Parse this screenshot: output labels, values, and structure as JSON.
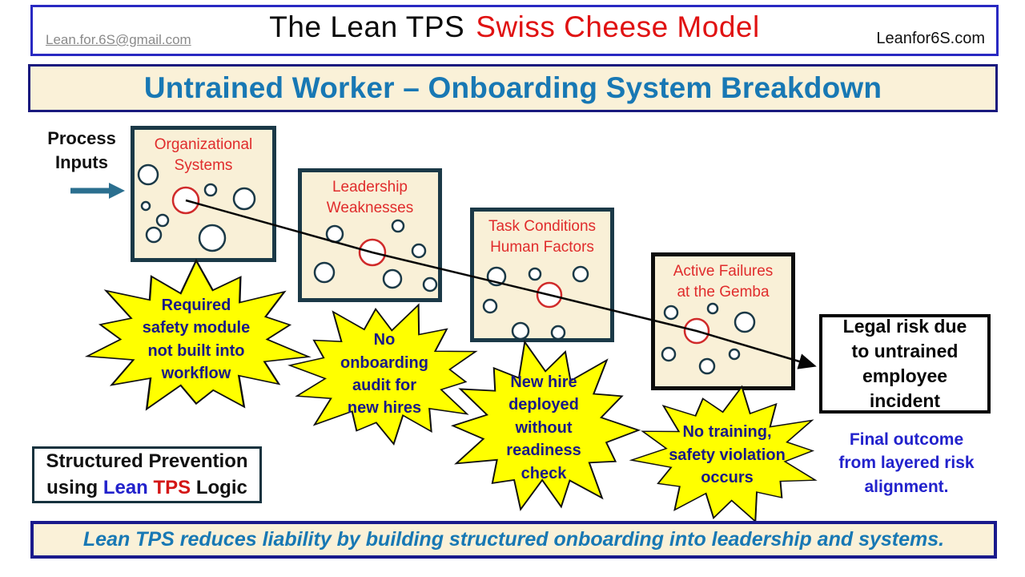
{
  "header": {
    "email": "Lean.for.6S@gmail.com",
    "title_black": "The Lean TPS",
    "title_red": "Swiss Cheese Model",
    "site": "Leanfor6S.com"
  },
  "title_bar": {
    "text": "Untrained Worker – Onboarding System Breakdown"
  },
  "process_inputs": {
    "label": "Process\nInputs"
  },
  "slices": [
    {
      "label": "Organizational\nSystems"
    },
    {
      "label": "Leadership\nWeaknesses"
    },
    {
      "label": "Task Conditions\nHuman Factors"
    },
    {
      "label": "Active Failures\nat the Gemba"
    }
  ],
  "bursts": [
    {
      "text": "Required\nsafety module\nnot built into\nworkflow"
    },
    {
      "text": "No\nonboarding\naudit for\nnew hires"
    },
    {
      "text": "New hire\ndeployed\nwithout\nreadiness\ncheck"
    },
    {
      "text": "No training,\nsafety violation\noccurs"
    }
  ],
  "legal_box": {
    "text": "Legal risk due\nto untrained\nemployee\nincident"
  },
  "final_outcome": {
    "text": "Final outcome\nfrom layered risk\nalignment."
  },
  "prevention": {
    "line1": "Structured Prevention",
    "using": "using",
    "lean": "Lean",
    "tps": "TPS",
    "logic": "Logic"
  },
  "footer": {
    "text": "Lean TPS reduces liability by building structured onboarding into leadership and systems."
  },
  "colors": {
    "steel_blue_text": "#1878B4",
    "red_text": "#E01212",
    "navy_border": "#1A1A8C",
    "royal_blue_border": "#2929C2",
    "cream_fill": "#FAF1D8",
    "burst_yellow": "#FFFF00",
    "burst_text_navy": "#191987",
    "slice_border_teal": "#1B3947",
    "red_hole": "#D02B2B",
    "process_arrow_teal": "#2B6F8F"
  }
}
